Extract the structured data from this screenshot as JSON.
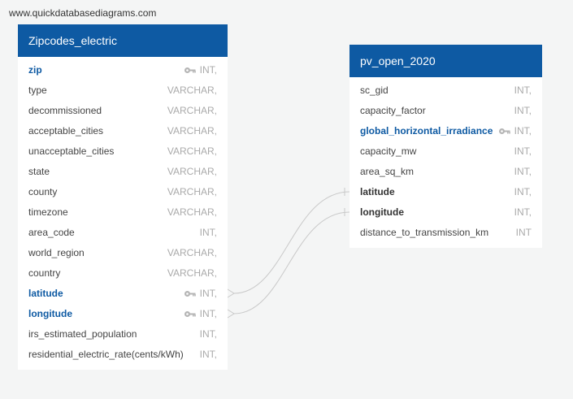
{
  "watermark": "www.quickdatabasediagrams.com",
  "icons": {
    "key": "key-icon"
  },
  "colors": {
    "header": "#0e5aa3",
    "key_field": "#0e5aa3",
    "link": "#c9c9c9"
  },
  "tables": [
    {
      "name": "Zipcodes_electric",
      "fields": [
        {
          "name": "zip",
          "type": "INT,",
          "key": true
        },
        {
          "name": "type",
          "type": "VARCHAR,"
        },
        {
          "name": "decommissioned",
          "type": "VARCHAR,"
        },
        {
          "name": "acceptable_cities",
          "type": "VARCHAR,"
        },
        {
          "name": "unacceptable_cities",
          "type": "VARCHAR,"
        },
        {
          "name": "state",
          "type": "VARCHAR,"
        },
        {
          "name": "county",
          "type": "VARCHAR,"
        },
        {
          "name": "timezone",
          "type": "VARCHAR,"
        },
        {
          "name": "area_code",
          "type": "INT,"
        },
        {
          "name": "world_region",
          "type": "VARCHAR,"
        },
        {
          "name": "country",
          "type": "VARCHAR,"
        },
        {
          "name": "latitude",
          "type": "INT,",
          "key": true
        },
        {
          "name": "longitude",
          "type": "INT,",
          "key": true
        },
        {
          "name": "irs_estimated_population",
          "type": "INT,"
        },
        {
          "name": "residential_electric_rate(cents/kWh)",
          "type": "INT,"
        }
      ]
    },
    {
      "name": "pv_open_2020",
      "fields": [
        {
          "name": "sc_gid",
          "type": "INT,"
        },
        {
          "name": "capacity_factor",
          "type": "INT,"
        },
        {
          "name": "global_horizontal_irradiance",
          "type": "INT,",
          "key": true
        },
        {
          "name": "capacity_mw",
          "type": "INT,"
        },
        {
          "name": "area_sq_km",
          "type": "INT,"
        },
        {
          "name": "latitude",
          "type": "INT,",
          "bold": true
        },
        {
          "name": "longitude",
          "type": "INT,",
          "bold": true
        },
        {
          "name": "distance_to_transmission_km",
          "type": "INT"
        }
      ]
    }
  ],
  "relationships": [
    {
      "from": "Zipcodes_electric.latitude",
      "to": "pv_open_2020.latitude",
      "from_end": "many",
      "to_end": "one"
    },
    {
      "from": "Zipcodes_electric.longitude",
      "to": "pv_open_2020.longitude",
      "from_end": "many",
      "to_end": "one"
    }
  ]
}
